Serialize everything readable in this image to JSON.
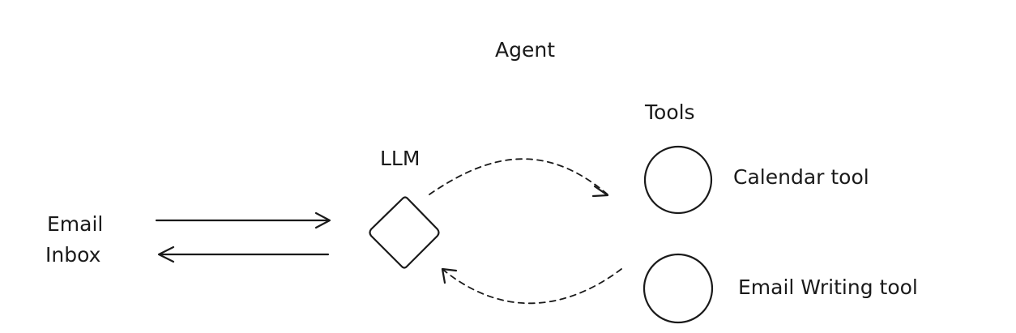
{
  "title": "Agent",
  "llm": {
    "label": "LLM"
  },
  "inbox": {
    "line1": "Email",
    "line2": "Inbox"
  },
  "tools": {
    "heading": "Tools",
    "items": [
      {
        "label": "Calendar tool"
      },
      {
        "label": "Email Writing tool"
      }
    ]
  }
}
